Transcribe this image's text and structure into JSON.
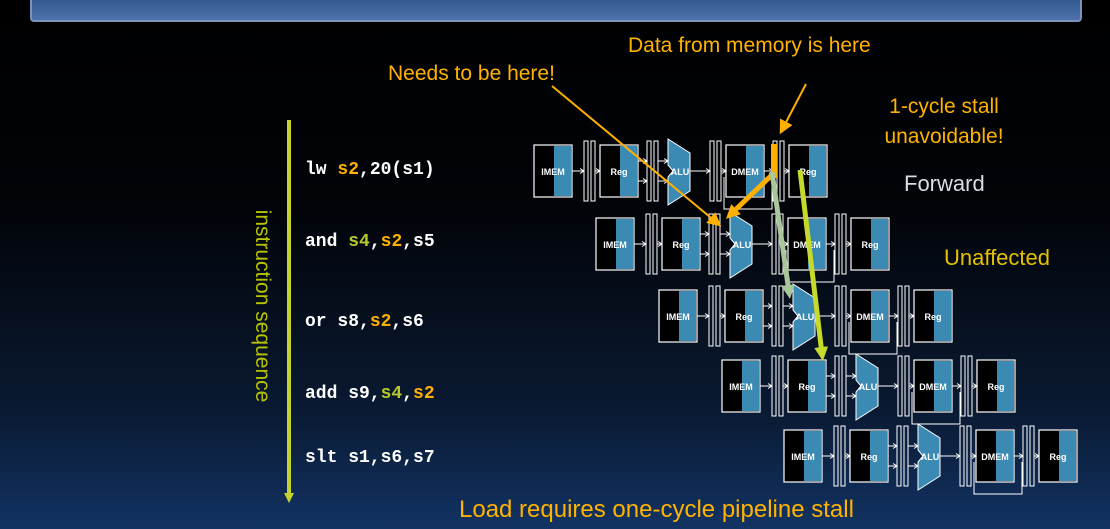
{
  "callouts": {
    "data_from_memory": "Data from memory is here",
    "needs_to_be_here": "Needs to be here!",
    "stall_line1": "1-cycle stall",
    "stall_line2": "unavoidable!",
    "forward": "Forward",
    "unaffected": "Unaffected"
  },
  "axis_label": "instruction sequence",
  "instructions": [
    {
      "parts": [
        {
          "t": "lw ",
          "c": ""
        },
        {
          "t": "s2",
          "c": "o"
        },
        {
          "t": ",20(s1)",
          "c": ""
        }
      ]
    },
    {
      "parts": [
        {
          "t": "and ",
          "c": ""
        },
        {
          "t": "s4",
          "c": "g"
        },
        {
          "t": ",",
          "c": ""
        },
        {
          "t": "s2",
          "c": "o"
        },
        {
          "t": ",s5",
          "c": ""
        }
      ]
    },
    {
      "parts": [
        {
          "t": "or s8,",
          "c": ""
        },
        {
          "t": "s2",
          "c": "o"
        },
        {
          "t": ",s6",
          "c": ""
        }
      ]
    },
    {
      "parts": [
        {
          "t": "add s9,",
          "c": ""
        },
        {
          "t": "s4",
          "c": "g"
        },
        {
          "t": ",",
          "c": ""
        },
        {
          "t": "s2",
          "c": "o"
        }
      ]
    },
    {
      "parts": [
        {
          "t": "slt s1,s6,s7",
          "c": ""
        }
      ]
    }
  ],
  "pipeline_stage_labels": {
    "imem": "IMEM",
    "reg": "Reg",
    "alu": "ALU",
    "dmem": "DMEM",
    "wb": "Reg"
  },
  "caption": "Load requires one-cycle pipeline stall",
  "colors": {
    "orange": "#ffb000",
    "green_highlight": "#b6c92a",
    "forward_arrow": "#a9c79a",
    "unaffected_arrow": "#c6da2c",
    "stage_fill": "#3a8ab4",
    "axis": "#c4d22d"
  }
}
